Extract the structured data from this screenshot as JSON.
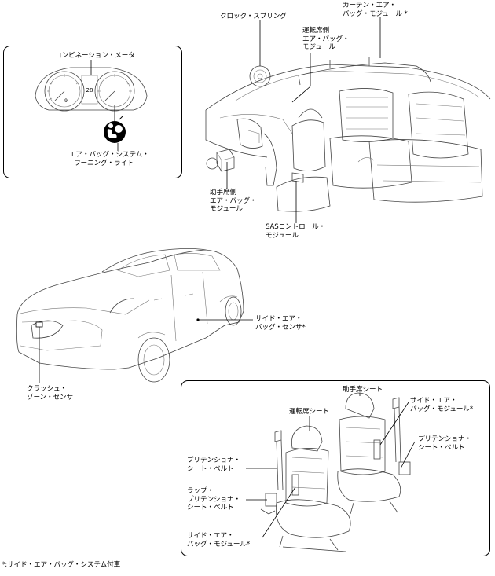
{
  "labels": {
    "combination_meter": "コンビネーション・メータ",
    "airbag_warning_light": [
      "エア・バッグ・システム・",
      "ワーニング・ライト"
    ],
    "clock_spring": "クロック・スプリング",
    "driver_airbag_module": [
      "運転席側",
      "エア・バッグ・",
      "モジュール"
    ],
    "curtain_airbag_module": [
      "カーテン・エア・",
      "バッグ・モジュール *"
    ],
    "passenger_airbag_module": [
      "助手席側",
      "エア・バッグ・",
      "モジュール"
    ],
    "sas_control_module": [
      "SASコントロール・",
      "モジュール"
    ],
    "side_airbag_sensor": [
      "サイド・エア・",
      "バッグ・センサ*"
    ],
    "crash_zone_sensor": [
      "クラッシュ・",
      "ゾーン・センサ"
    ],
    "passenger_seat": "助手席シート",
    "driver_seat": "運転席シート",
    "side_airbag_module_right": [
      "サイド・エア・",
      "バッグ・モジュール*"
    ],
    "pretensioner_belt_right": [
      "プリテンショナ・",
      "シート・ベルト"
    ],
    "pretensioner_belt_left": [
      "プリテンショナ・",
      "シート・ベルト"
    ],
    "lap_pretensioner_belt": [
      "ラップ・",
      "プリテンショナ・",
      "シート・ベルト"
    ],
    "side_airbag_module_left": [
      "サイド・エア・",
      "バッグ・モジュール*"
    ]
  },
  "footnote": "*:サイド・エア・バッグ・システム付車",
  "meter_display": {
    "left_gauge_digit": "9",
    "center_display": "28"
  }
}
